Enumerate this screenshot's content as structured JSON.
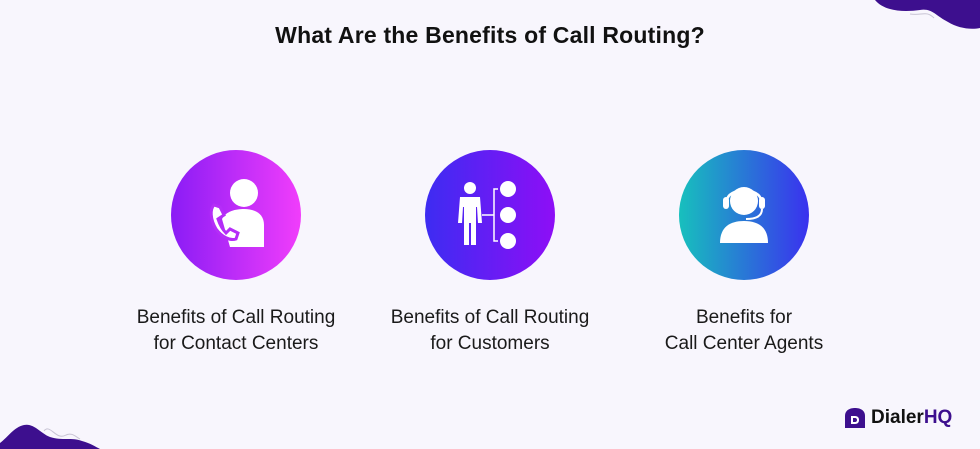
{
  "header": {
    "title": "What Are the Benefits of Call Routing?"
  },
  "cards": [
    {
      "icon": "agent-phone-icon",
      "line1": "Benefits of Call Routing",
      "line2": "for Contact Centers"
    },
    {
      "icon": "person-routing-icon",
      "line1": "Benefits of Call Routing",
      "line2": "for Customers"
    },
    {
      "icon": "headset-agent-icon",
      "line1": "Benefits for",
      "line2": "Call Center Agents"
    }
  ],
  "logo": {
    "brand": "Dialer",
    "suffix": "HQ",
    "color": "#3d0f8e"
  },
  "colors": {
    "background": "#f8f6fd",
    "accent": "#3d0f8e",
    "card1_gradient": [
      "#8a1cf5",
      "#f13dfb"
    ],
    "card2_gradient": [
      "#3d2cf2",
      "#8e0ef6"
    ],
    "card3_gradient": [
      "#17c0bd",
      "#3a31ef"
    ]
  }
}
